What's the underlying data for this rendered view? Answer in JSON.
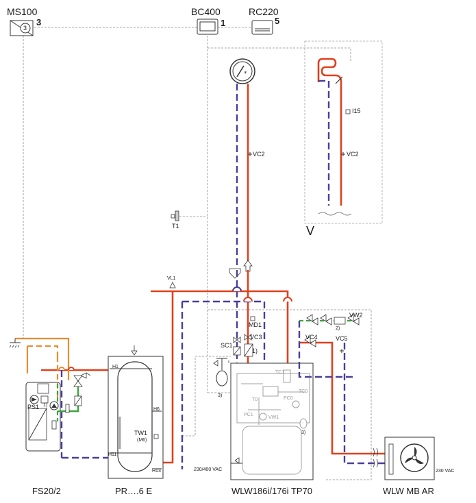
{
  "colors": {
    "flow": "#e0401e",
    "return": "#4a3c9c",
    "orange": "#ec8a2c",
    "green": "#3aa53a",
    "control": "#9a9a9a",
    "line": "#333333"
  },
  "labels": {
    "ms100": "MS100",
    "ms100_num": "3",
    "ms100_badge": "3",
    "bc400": "BC400",
    "bc400_num": "1",
    "rc220": "RC220",
    "rc220_num": "5",
    "vc2_left": "VC2",
    "vc2_right": "VC2",
    "i15": "I15",
    "v": "V",
    "t1": "T1",
    "vl1": "VL1",
    "md1": "MD1",
    "vc3": "VC3",
    "sc1": "SC1",
    "note1": "1)",
    "note3_left": "3)",
    "note3_right": "3)",
    "h1": "H1",
    "h6": "H6",
    "h11": "H11",
    "h13": "H13",
    "tw1": "TW1",
    "tw1_sub": "(M6)",
    "ps1": "PS1",
    "note1_ps1": "1)",
    "vw2": "VW2",
    "vc4": "VC4",
    "vc5": "VC5",
    "note2": "2)",
    "tc1": "TC1",
    "t0": "T0",
    "pc0": "PC0",
    "tc0": "TC0",
    "pc1": "PC1",
    "vw1": "VW1",
    "vac400": "230/400 VAC",
    "vac230": "230 VAC"
  },
  "captions": {
    "fs20": "FS20/2",
    "pr6e": "PR….6 E",
    "wlw186": "WLW186i/176i TP70",
    "wlwmb": "WLW MB AR"
  },
  "icons": [
    "controller-box-icon",
    "room-thermostat-icon",
    "radiator-icon",
    "floor-heating-icon",
    "temperature-sensor-icon",
    "expansion-vessel-icon",
    "pump-icon",
    "valve-icon",
    "fan-icon",
    "ground-icon"
  ]
}
